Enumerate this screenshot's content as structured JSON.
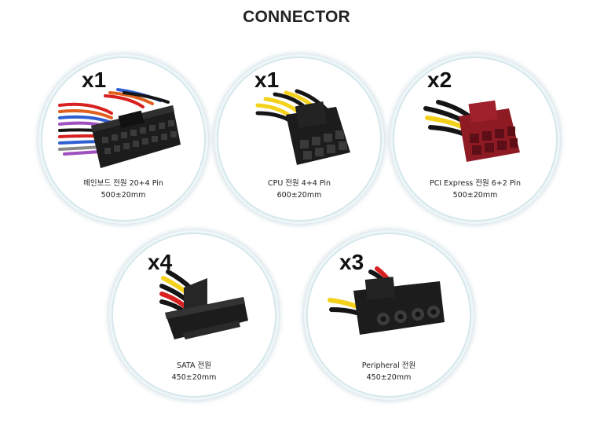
{
  "title": "CONNECTOR",
  "connectors": [
    {
      "qty": "x1",
      "name": "메인보드 전원 20+4 Pin",
      "length": "500±20mm",
      "icon": "atx-24pin-connector-icon"
    },
    {
      "qty": "x1",
      "name": "CPU 전원 4+4 Pin",
      "length": "600±20mm",
      "icon": "cpu-8pin-connector-icon"
    },
    {
      "qty": "x2",
      "name": "PCI Express 전원 6+2 Pin",
      "length": "500±20mm",
      "icon": "pcie-8pin-connector-icon"
    },
    {
      "qty": "x4",
      "name": "SATA 전원",
      "length": "450±20mm",
      "icon": "sata-power-connector-icon"
    },
    {
      "qty": "x3",
      "name": "Peripheral  전원",
      "length": "450±20mm",
      "icon": "molex-connector-icon"
    }
  ],
  "colors": {
    "circle_border": "#d6e7ec",
    "connector_black": "#1c1c1c",
    "pcie_red": "#8e1a24",
    "wire_yellow": "#f4d21c",
    "wire_red": "#d92020",
    "wire_black": "#151515"
  }
}
